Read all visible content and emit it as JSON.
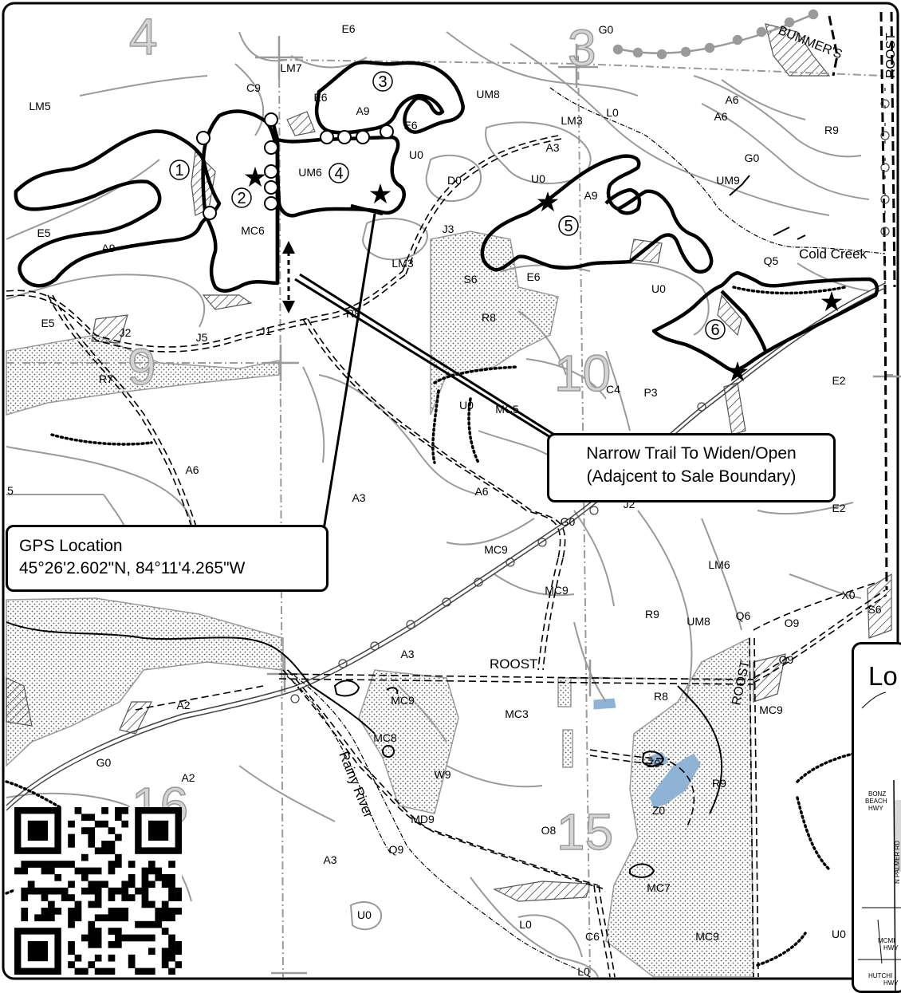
{
  "section_numbers": [
    "4",
    "3",
    "9",
    "10",
    "15",
    "16"
  ],
  "stand_labels": [
    "E6",
    "G0",
    "LM7",
    "C9",
    "E6",
    "A9",
    "UM8",
    "LM5",
    "E6",
    "L0",
    "LM3",
    "A6",
    "A6",
    "R9",
    "A3",
    "U0",
    "G0",
    "UM6",
    "D0",
    "U0",
    "A9",
    "UM9",
    "E5",
    "A9",
    "MC6",
    "J3",
    "LM3",
    "S6",
    "E6",
    "Q5",
    "U0",
    "E5",
    "J2",
    "J5",
    "J1",
    "R8",
    "R8",
    "R7",
    "C4",
    "P3",
    "E2",
    "U0",
    "MC5",
    "A6",
    "A3",
    "A6",
    "E2",
    "G0",
    "J2",
    "MC9",
    "LM6",
    "MC9",
    "X0",
    "R9",
    "UM8",
    "Q6",
    "O9",
    "S6",
    "A3",
    "O9",
    "A2",
    "MC9",
    "MC3",
    "R8",
    "MC9",
    "MC8",
    "Z0",
    "W9",
    "R9",
    "A2",
    "Z0",
    "G0",
    "MD9",
    "O8",
    "Q9",
    "A3",
    "MC7",
    "U0",
    "L0",
    "C6",
    "MC9",
    "U0",
    "L0",
    "5"
  ],
  "unit_numbers": [
    "1",
    "2",
    "3",
    "4",
    "5",
    "6"
  ],
  "feature_labels": {
    "road_bummers": "BUMMER'S",
    "road_roost_north": "ROOST",
    "road_roost_center": "ROOST",
    "road_roost_south": "ROOST",
    "creek": "Cold Creek",
    "river": "Rainy River"
  },
  "callouts": {
    "trail": {
      "line1": "Narrow Trail To Widen/Open",
      "line2": "(Adajcent to Sale Boundary)"
    },
    "gps": {
      "line1": "GPS Location",
      "line2": "45°26'2.602\"N, 84°11'4.265\"W"
    }
  },
  "locator": {
    "title": "Lo",
    "labels": [
      "BONZ",
      "BEACH",
      "HWY",
      "N PALMER RD",
      "MCMI",
      "HWY",
      "HUTCHI",
      "HWY"
    ]
  },
  "colors": {
    "stand_lines": "#9a9a9a",
    "boundary": "#000000",
    "water": "#8fb3d4",
    "section_number": "#b8b8b8",
    "stipple": "#666666"
  }
}
